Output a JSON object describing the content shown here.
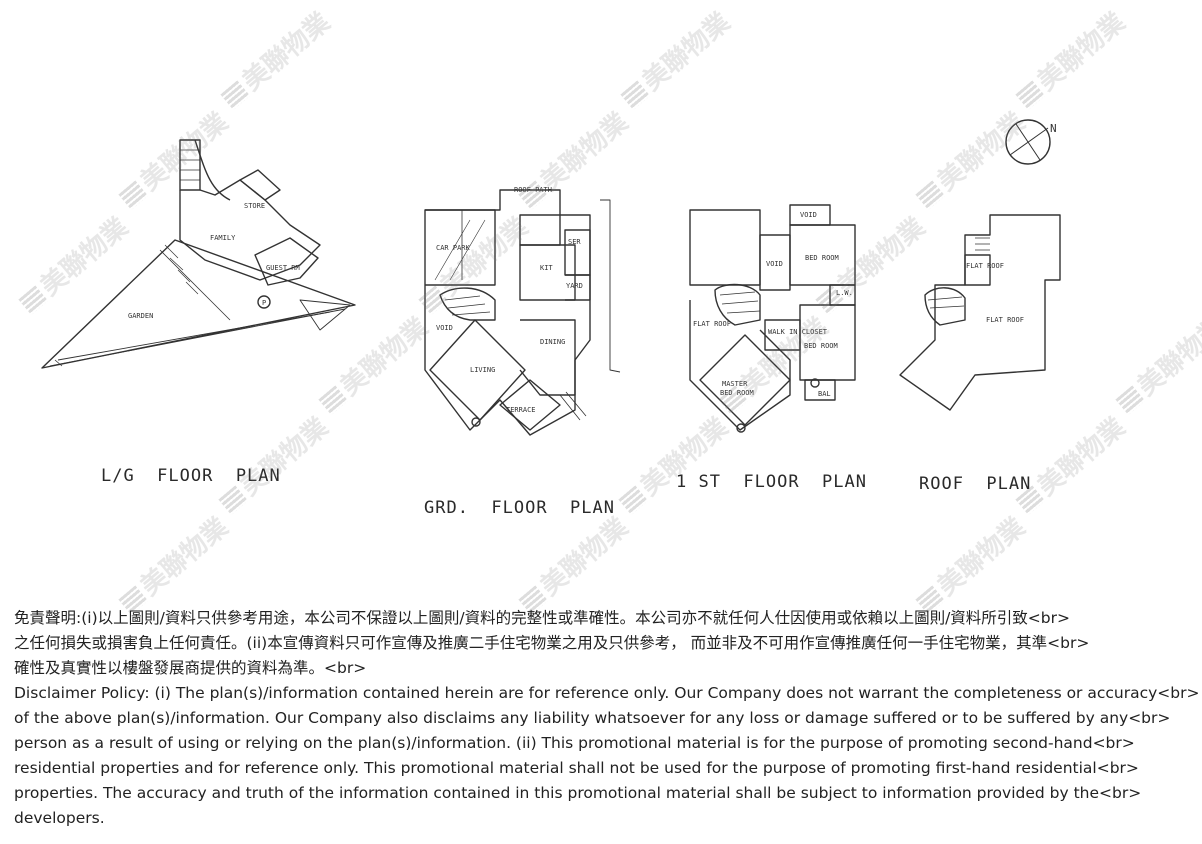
{
  "plans": {
    "lg": "L/G  FLOOR  PLAN",
    "grd": "GRD.  FLOOR  PLAN",
    "first": "1 ST  FLOOR  PLAN",
    "roof": "ROOF  PLAN"
  },
  "rooms": {
    "store": "STORE",
    "family": "FAMILY",
    "guest_rm": "GUEST RM",
    "garden": "GARDEN",
    "p": "P",
    "roof_path": "ROOF PATH",
    "car_park": "CAR  PARK",
    "ser": "SER",
    "kit": "KIT",
    "yard": "YARD",
    "void": "VOID",
    "dining": "DINING",
    "living": "LIVING",
    "terrace": "TERRACE",
    "bed_room": "BED ROOM",
    "lw": "L.W.",
    "flat_roof": "FLAT ROOF",
    "walk_in": "WALK IN CLOSET",
    "master": "MASTER",
    "bed_room_master": "BED ROOM",
    "bal": "BAL",
    "north": "N"
  },
  "watermark": "美聯物業",
  "disclaimer": {
    "zh_lines": [
      "免責聲明:(i)以上圖則/資料只供參考用途，本公司不保證以上圖則/資料的完整性或準確性。本公司亦不就任何人仕因使用或依賴以上圖則/資料所引致<br>",
      "之任何損失或損害負上任何責任。(ii)本宣傳資料只可作宣傳及推廣二手住宅物業之用及只供參考， 而並非及不可用作宣傳推廣任何一手住宅物業，其準<br>",
      "確性及真實性以樓盤發展商提供的資料為準。<br>"
    ],
    "en_lines": [
      "Disclaimer Policy: (i) The plan(s)/information contained herein are for reference only. Our Company does not warrant the completeness or accuracy<br>",
      "of the above plan(s)/information. Our Company also disclaims any liability whatsoever for any loss or damage suffered or to be suffered by any<br>",
      "person as a result of using or relying on the plan(s)/information. (ii) This promotional material is for the purpose of promoting second-hand<br>",
      "residential properties and for reference only. This promotional material shall not be used for the purpose of promoting first-hand residential<br>",
      "properties. The accuracy and truth of the information contained in this promotional material shall be subject to information provided by the<br>",
      "developers."
    ]
  }
}
